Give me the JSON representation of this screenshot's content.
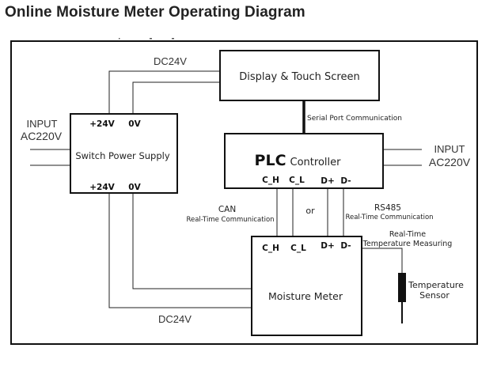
{
  "title": "Online Moisture Meter Operating Diagram",
  "diagram": {
    "power_supply": {
      "label": "Switch Power Supply",
      "top_terminals": [
        "+24V",
        "0V"
      ],
      "bottom_terminals": [
        "+24V",
        "0V"
      ],
      "input_label_line1": "INPUT",
      "input_label_line2": "AC220V"
    },
    "display": {
      "label": "Display & Touch Screen"
    },
    "dc_top_label": "DC24V",
    "dc_bottom_label": "DC24V",
    "serial_label": "Serial Port Communication",
    "plc": {
      "label_bold": "PLC",
      "label_rest": "Controller",
      "terminals": [
        "C_H",
        "C_L",
        "D+",
        "D-"
      ],
      "input_label_line1": "INPUT",
      "input_label_line2": "AC220V"
    },
    "can": {
      "title": "CAN",
      "subtitle": "Real-Time Communication"
    },
    "or_label": "or",
    "rs485": {
      "title": "RS485",
      "subtitle": "Real-Time Communication"
    },
    "moisture_meter": {
      "label": "Moisture Meter",
      "terminals": [
        "C_H",
        "C_L",
        "D+",
        "D-"
      ]
    },
    "temp_measuring": {
      "line1": "Real-Time",
      "line2": "Temperature Measuring"
    },
    "temp_sensor": {
      "line1": "Temperature",
      "line2": "Sensor"
    }
  }
}
